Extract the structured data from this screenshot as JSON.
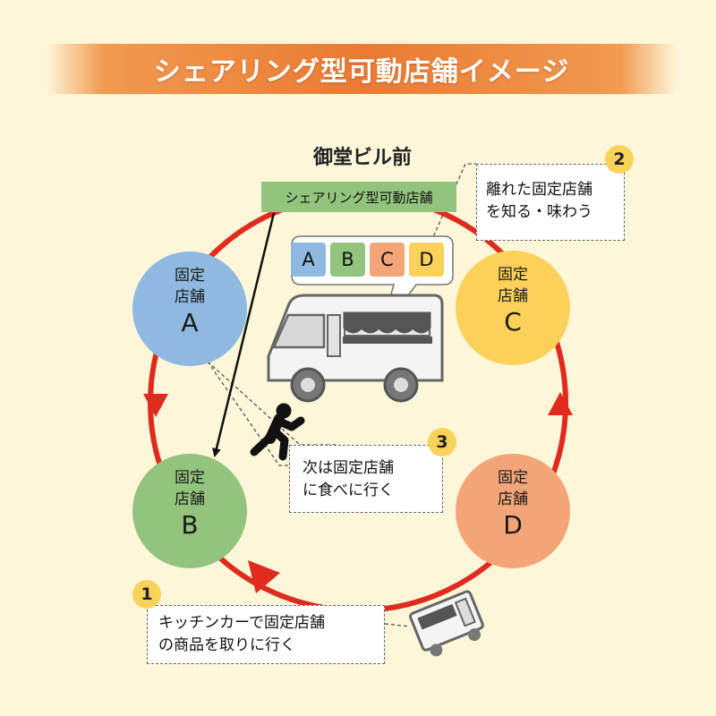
{
  "title": "シェアリング型可動店舗イメージ",
  "location": "御堂ビル前",
  "truck_tag": "シェアリング型可動店舗",
  "stores": [
    {
      "line1": "固定",
      "line2": "店舗",
      "letter": "A",
      "color": "#8fb9e0"
    },
    {
      "line1": "固定",
      "line2": "店舗",
      "letter": "B",
      "color": "#93c47d"
    },
    {
      "line1": "固定",
      "line2": "店舗",
      "letter": "C",
      "color": "#fbd15a"
    },
    {
      "line1": "固定",
      "line2": "店舗",
      "letter": "D",
      "color": "#f3a577"
    }
  ],
  "speech_letters": [
    {
      "letter": "A",
      "color": "#8fb9e0"
    },
    {
      "letter": "B",
      "color": "#93c47d"
    },
    {
      "letter": "C",
      "color": "#f3a577"
    },
    {
      "letter": "D",
      "color": "#fbd15a"
    }
  ],
  "notes": [
    {
      "num": "1",
      "line1": "キッチンカーで固定店舗",
      "line2": "の商品を取りに行く"
    },
    {
      "num": "2",
      "line1": "離れた固定店舗",
      "line2": "を知る・味わう"
    },
    {
      "num": "3",
      "line1": "次は固定店舗",
      "line2": "に食べに行く"
    }
  ],
  "colors": {
    "cycle": "#e02a1e",
    "banner": "#ea7a33",
    "badge": "#f9d359",
    "background": "#fdf6d9"
  },
  "icons": [
    "food-truck-icon",
    "running-person-icon",
    "kitchen-car-icon"
  ]
}
